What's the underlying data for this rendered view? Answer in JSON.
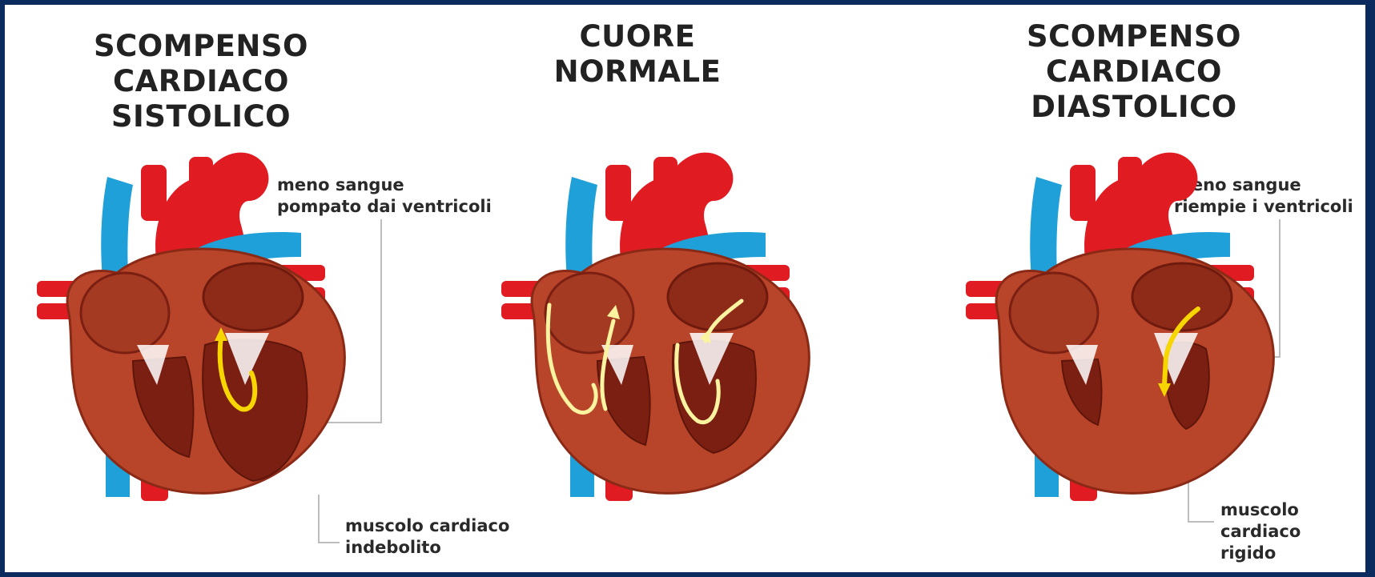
{
  "panels": [
    {
      "title_line1": "SCOMPENSO CARDIACO",
      "title_line2": "SISTOLICO",
      "top_label_line1": "meno sangue",
      "top_label_line2": "pompato dai ventricoli",
      "bottom_label_line1": "muscolo cardiaco",
      "bottom_label_line2": "indebolito"
    },
    {
      "title_line1": "CUORE",
      "title_line2": "NORMALE"
    },
    {
      "title_line1": "SCOMPENSO CARDIACO",
      "title_line2": "DIASTOLICO",
      "top_label_line1": "meno sangue",
      "top_label_line2": "riempie i ventricoli",
      "bottom_label_line1": "muscolo",
      "bottom_label_line2": "cardiaco",
      "bottom_label_line3": "rigido"
    }
  ],
  "colors": {
    "background": "#0b2a5e",
    "artery": "#e01b22",
    "vein": "#1fa0d8",
    "heart_wall": "#b8452a",
    "heart_inner": "#7a1f12",
    "flow_arrow": "#f7d600",
    "normal_flow_arrow": "#fbf3a0"
  }
}
